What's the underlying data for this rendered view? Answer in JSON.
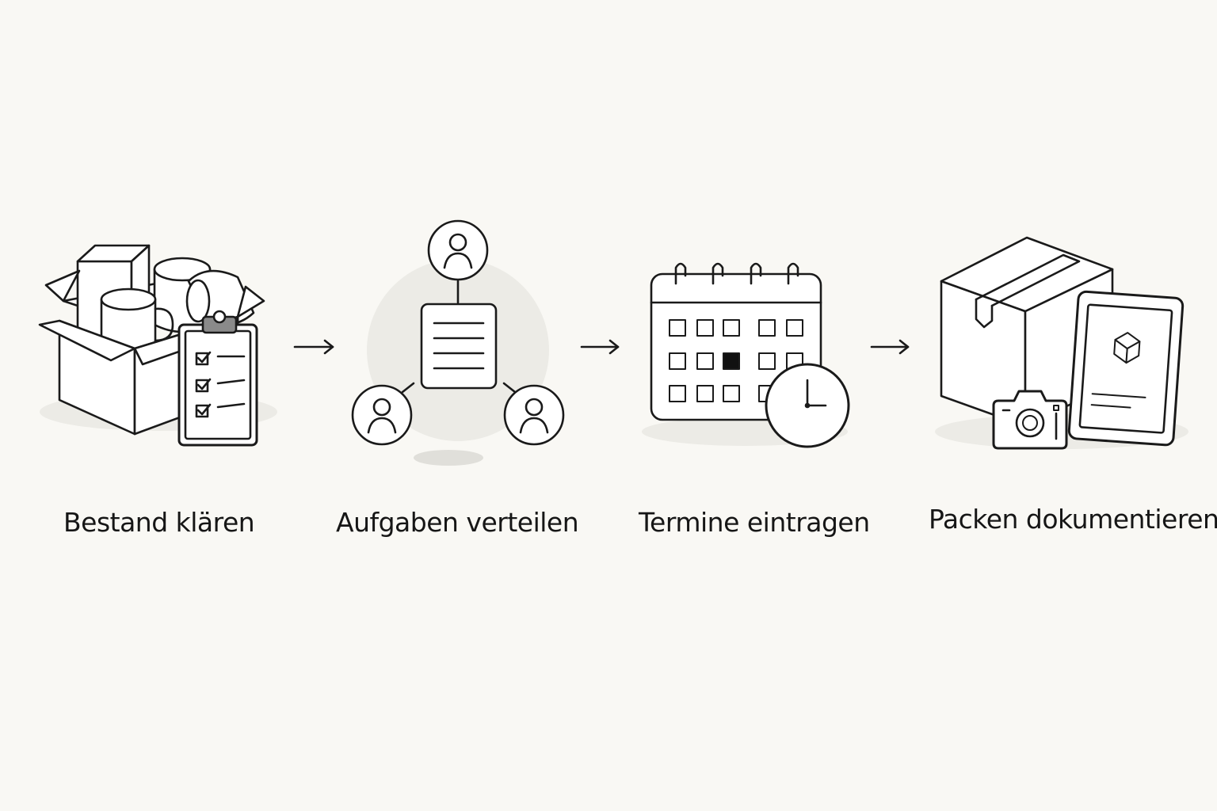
{
  "diagram": {
    "steps": [
      {
        "label": "Bestand klären",
        "icon": "box-with-clipboard-icon"
      },
      {
        "label": "Aufgaben verteilen",
        "icon": "task-distribution-icon"
      },
      {
        "label": "Termine eintragen",
        "icon": "calendar-clock-icon"
      },
      {
        "label": "Packen dokumentieren",
        "icon": "package-photo-tablet-icon"
      }
    ],
    "connector_icon": "arrow-right-icon"
  },
  "colors": {
    "background": "#f9f8f4",
    "line": "#1a1a1a",
    "fill": "#ffffff",
    "shadow": "#ecebe6"
  }
}
